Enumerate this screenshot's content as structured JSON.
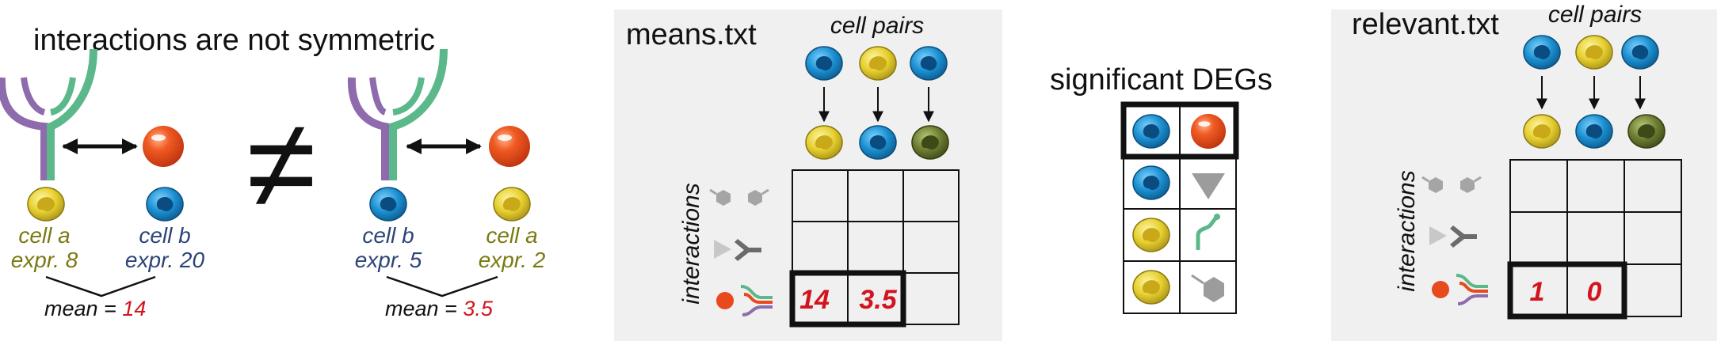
{
  "left": {
    "title": "interactions are not symmetric",
    "neq": "≠",
    "pair1": {
      "label_a": "cell a",
      "expr_a": "expr. 8",
      "label_b": "cell b",
      "expr_b": "expr. 20",
      "mean_prefix": "mean = ",
      "mean_value": "14"
    },
    "pair2": {
      "label_a": "cell b",
      "expr_a": "expr. 5",
      "label_b": "cell a",
      "expr_b": "expr. 2",
      "mean_prefix": "mean = ",
      "mean_value": "3.5"
    }
  },
  "means": {
    "title": "means.txt",
    "cell_pairs": "cell pairs",
    "interactions_label": "interactions",
    "values": [
      "14",
      "3.5"
    ]
  },
  "degs": {
    "title": "significant DEGs"
  },
  "relevant": {
    "title": "relevant.txt",
    "cell_pairs": "cell pairs",
    "interactions_label": "interactions",
    "values": [
      "1",
      "0"
    ]
  },
  "colors": {
    "panel_bg": "#f0f0f0",
    "cell_a_text": "#7a7a12",
    "cell_b_text": "#2d4478",
    "value_red": "#d1141d",
    "receptor_purple": "#8e6bad",
    "receptor_green": "#5bb88b",
    "ligand_orange": "#e8491d",
    "cell_blue": "#1b8fd0",
    "cell_yellow": "#e6cf2e",
    "cell_olive": "#6c7d32",
    "grey_icon": "#9c9c9c"
  }
}
